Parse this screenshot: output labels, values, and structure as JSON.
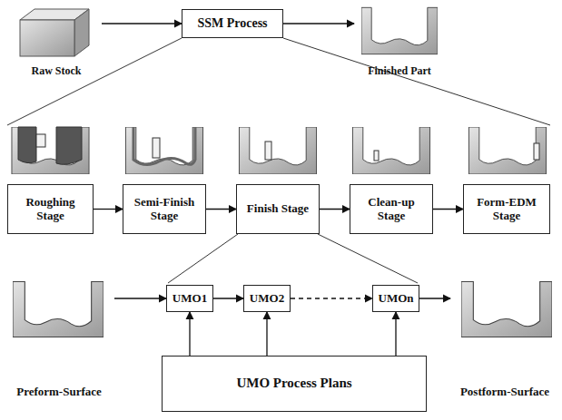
{
  "diagram": {
    "nodes": [
      {
        "text": [
          "Raw Stock"
        ]
      },
      {
        "text": [
          "SSM Process"
        ]
      },
      {
        "text": [
          "Finished Part"
        ]
      },
      {
        "text": [
          "Roughing Stage"
        ]
      },
      {
        "text": [
          "Semi-Finish Stage"
        ]
      },
      {
        "text": [
          "Finish Stage"
        ]
      },
      {
        "text": [
          "Clean-up Stage"
        ]
      },
      {
        "text": [
          "Form-EDM Stage"
        ]
      },
      {
        "text": [
          "Preform-Surface"
        ]
      },
      {
        "text": [
          "UMO1"
        ]
      },
      {
        "text": [
          "UMO2"
        ]
      },
      {
        "text": [
          "UMOn"
        ]
      },
      {
        "text": [
          "Postform-Surface"
        ]
      },
      {
        "text": [
          "UMO Process Plans"
        ]
      }
    ],
    "edges": [
      {
        "from": 0,
        "to": 1,
        "arrow": "to"
      },
      {
        "from": 1,
        "to": 2,
        "arrow": "to"
      },
      {
        "from": 3,
        "to": 4,
        "arrow": "to"
      },
      {
        "from": 4,
        "to": 5,
        "arrow": "to"
      },
      {
        "from": 5,
        "to": 6,
        "arrow": "to"
      },
      {
        "from": 6,
        "to": 7,
        "arrow": "to"
      },
      {
        "from": 8,
        "to": 9,
        "arrow": "to"
      },
      {
        "from": 9,
        "to": 10,
        "arrow": "to"
      },
      {
        "from": 10,
        "to": 11,
        "arrow": "to"
      },
      {
        "from": 11,
        "to": 12,
        "arrow": "to"
      },
      {
        "from": 13,
        "to": 9,
        "arrow": "to"
      },
      {
        "from": 13,
        "to": 10,
        "arrow": "to"
      },
      {
        "from": 13,
        "to": 11,
        "arrow": "to"
      }
    ]
  }
}
